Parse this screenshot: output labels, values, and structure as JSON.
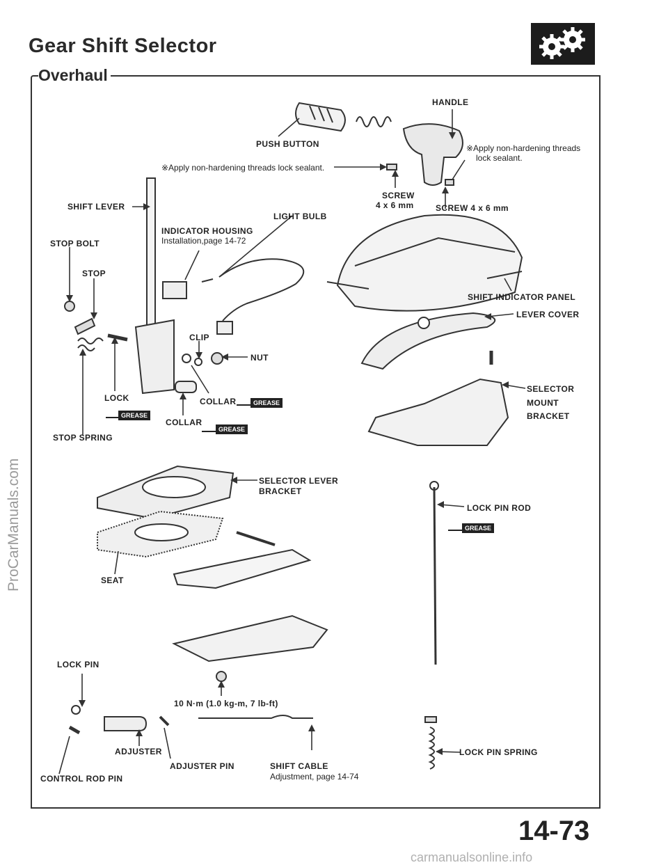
{
  "header": {
    "title": "Gear Shift Selector",
    "section": "Overhaul",
    "page_number": "14-73"
  },
  "labels": {
    "handle": "HANDLE",
    "push_button": "PUSH BUTTON",
    "apply_right_1": "※Apply non-hardening threads",
    "apply_right_2": "lock sealant.",
    "apply_center": "※Apply non-hardening threads lock sealant.",
    "screw_center_1": "SCREW",
    "screw_center_2": "4 x 6 mm",
    "screw_right": "SCREW 4 x 6 mm",
    "shift_lever": "SHIFT LEVER",
    "light_bulb": "LIGHT BULB",
    "indicator_housing": "INDICATOR HOUSING",
    "indicator_housing_ref": "Installation,page 14-72",
    "stop_bolt": "STOP BOLT",
    "stop": "STOP",
    "shift_indicator_panel": "SHIFT INDICATOR PANEL",
    "lever_cover": "LEVER COVER",
    "clip": "CLIP",
    "nut": "NUT",
    "lock": "LOCK",
    "collar_1": "COLLAR",
    "collar_2": "COLLAR",
    "selector_mount_1": "SELECTOR",
    "selector_mount_2": "MOUNT",
    "selector_mount_3": "BRACKET",
    "stop_spring": "STOP SPRING",
    "grease": "GREASE",
    "selector_lever_bracket_1": "SELECTOR LEVER",
    "selector_lever_bracket_2": "BRACKET",
    "lock_pin_rod": "LOCK PIN ROD",
    "seat": "SEAT",
    "lock_pin": "LOCK PIN",
    "torque": "10 N·m (1.0 kg-m, 7 lb-ft)",
    "adjuster": "ADJUSTER",
    "adjuster_pin": "ADJUSTER PIN",
    "shift_cable": "SHIFT CABLE",
    "shift_cable_ref": "Adjustment, page 14-74",
    "control_rod_pin": "CONTROL ROD PIN",
    "lock_pin_spring": "LOCK PIN SPRING"
  },
  "watermarks": {
    "left": "ProCarManuals.com",
    "bottom": "carmanualsonline.info"
  }
}
